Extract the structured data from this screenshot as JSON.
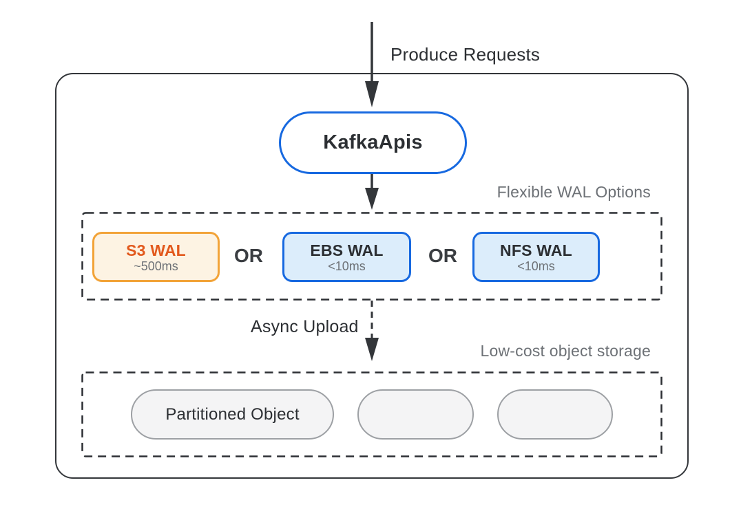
{
  "colors": {
    "ink": "#33363a",
    "text-dark": "#2c2f33",
    "text-gray": "#6d7176",
    "blue": "#1769e0",
    "blue-fill": "#dcedfb",
    "orange": "#f2a338",
    "orange-fill": "#fdf3e3",
    "orange-text": "#e2591d",
    "pill-border": "#9da0a4",
    "pill-fill": "#f4f4f5"
  },
  "flow": {
    "produce_label": "Produce Requests",
    "kafka_apis": "KafkaApis",
    "async_upload_label": "Async Upload"
  },
  "wal": {
    "title": "Flexible WAL Options",
    "or_label": "OR",
    "options": [
      {
        "name": "S3 WAL",
        "latency": "~500ms"
      },
      {
        "name": "EBS WAL",
        "latency": "<10ms"
      },
      {
        "name": "NFS WAL",
        "latency": "<10ms"
      }
    ]
  },
  "storage": {
    "title": "Low-cost object storage",
    "objects": [
      {
        "label": "Partitioned Object"
      },
      {
        "label": ""
      },
      {
        "label": ""
      }
    ]
  }
}
